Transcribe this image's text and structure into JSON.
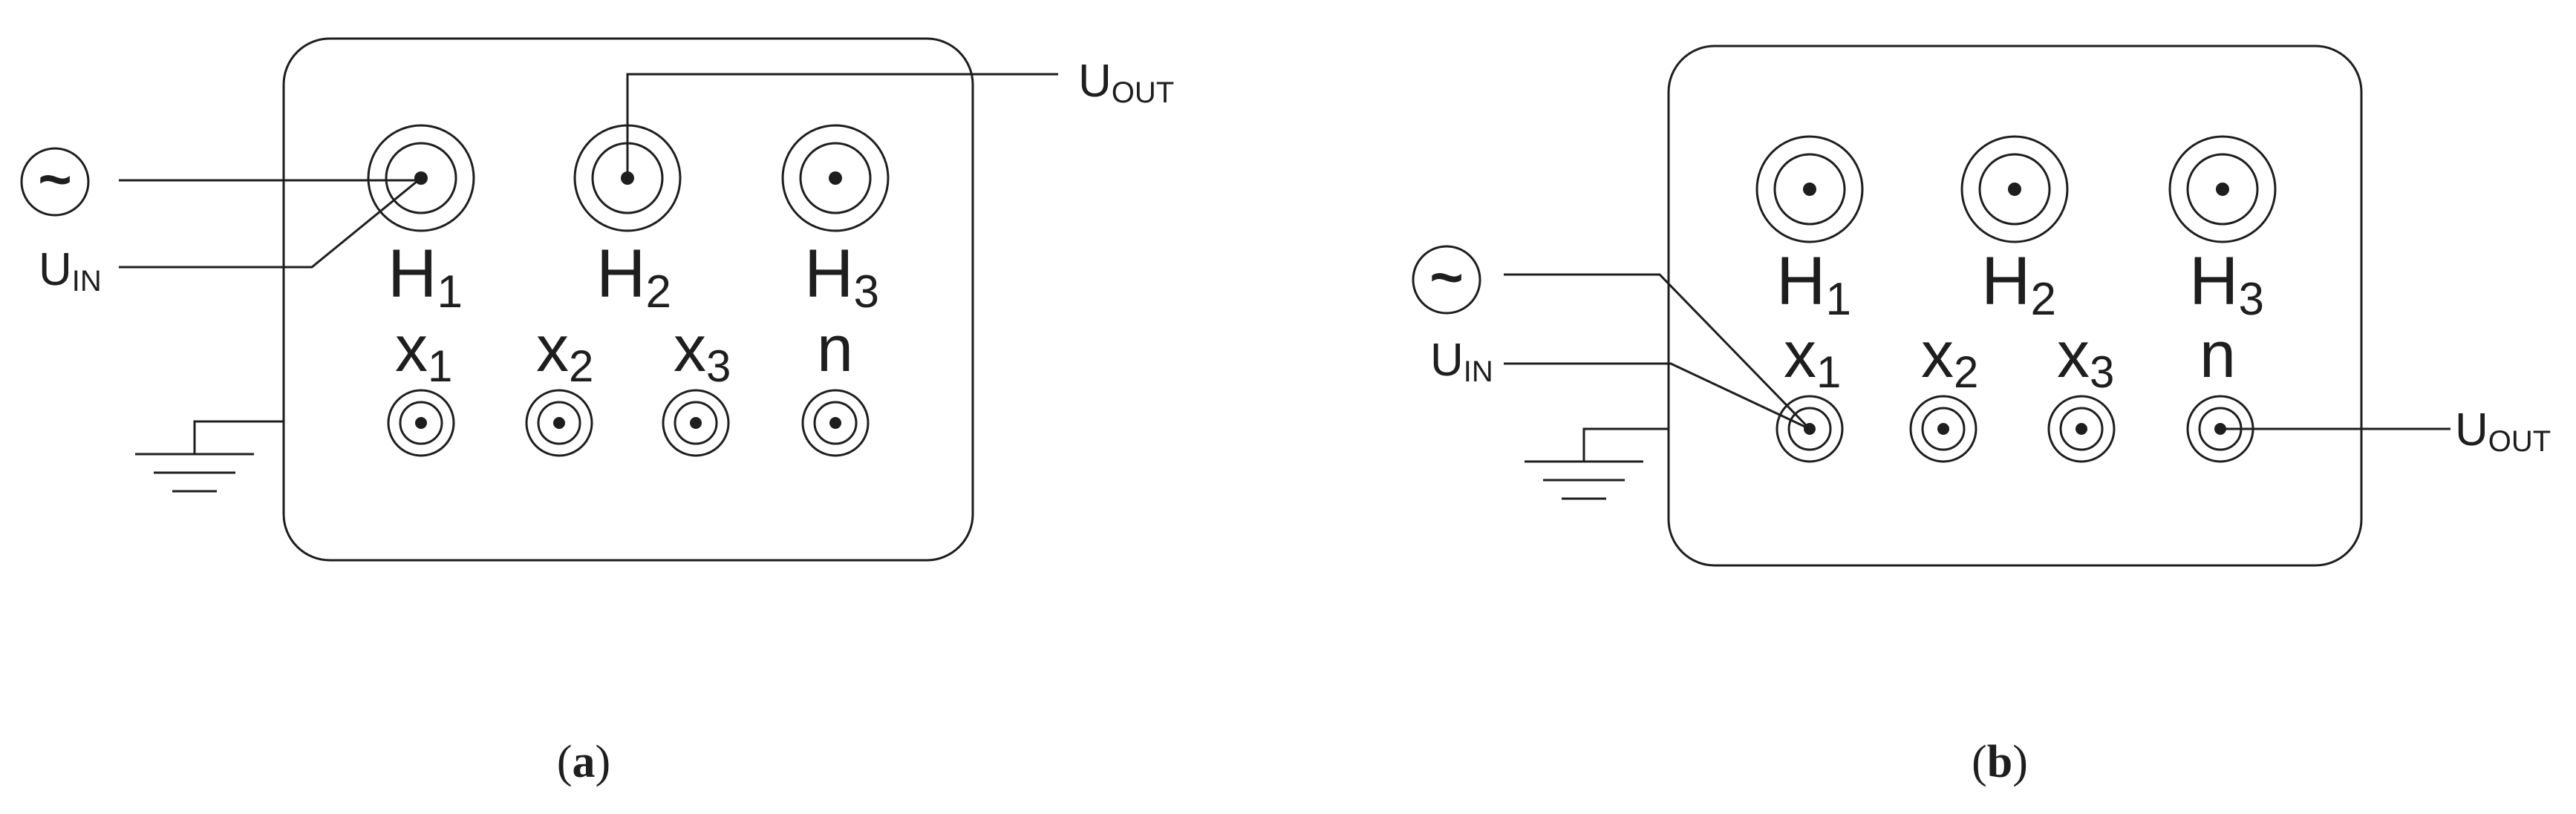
{
  "panel_a": {
    "source_symbol": "~",
    "input_label": {
      "base": "U",
      "sub": "IN"
    },
    "output_label": {
      "base": "U",
      "sub": "OUT"
    },
    "hv_terminals": [
      {
        "base": "H",
        "sub": "1"
      },
      {
        "base": "H",
        "sub": "2"
      },
      {
        "base": "H",
        "sub": "3"
      }
    ],
    "lv_terminals": [
      {
        "base": "x",
        "sub": "1"
      },
      {
        "base": "x",
        "sub": "2"
      },
      {
        "base": "x",
        "sub": "3"
      },
      {
        "base": "n",
        "sub": ""
      }
    ],
    "caption": {
      "open": "(",
      "letter": "a",
      "close": ")"
    }
  },
  "panel_b": {
    "source_symbol": "~",
    "input_label": {
      "base": "U",
      "sub": "IN"
    },
    "output_label": {
      "base": "U",
      "sub": "OUT"
    },
    "hv_terminals": [
      {
        "base": "H",
        "sub": "1"
      },
      {
        "base": "H",
        "sub": "2"
      },
      {
        "base": "H",
        "sub": "3"
      }
    ],
    "lv_terminals": [
      {
        "base": "x",
        "sub": "1"
      },
      {
        "base": "x",
        "sub": "2"
      },
      {
        "base": "x",
        "sub": "3"
      },
      {
        "base": "n",
        "sub": ""
      }
    ],
    "caption": {
      "open": "(",
      "letter": "b",
      "close": ")"
    }
  },
  "colors": {
    "line": "#1e1e1e",
    "background": "#ffffff"
  }
}
